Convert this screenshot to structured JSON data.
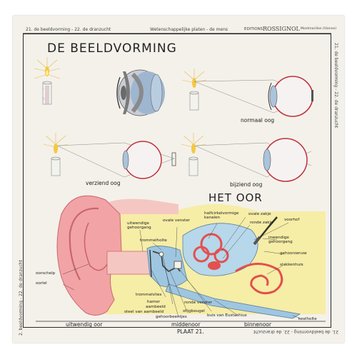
{
  "header": {
    "left": "21. de beeldvorming - 22. de dranzucht",
    "center": "Wetenschappelijke platen - de mens",
    "publisher_prefix": "EDITIONS",
    "publisher_name": "ROSSIGNOL",
    "publisher_city": "Montmorillon (Vienne)"
  },
  "side_right": "21. de beeldvorming - 22. de dranzucht",
  "side_left": "2. beeldvorming - 22. de dranzucht",
  "bottom_right": "21. de beeldvorming - 22. de dranzucht",
  "titles": {
    "main": "DE BEELDVORMING",
    "ear": "HET OOR"
  },
  "eye_labels": {
    "normal": "normaal oog",
    "near": "verziend oog",
    "far": "bijziend oog"
  },
  "ear_labels": {
    "uitwendige_gehoorgang": "uitwendige\ngehoorgang",
    "ovale_venster": "ovale venster",
    "halfcirkel": "halfcirkelvormige\nkanalen",
    "ovale_zakje": "ovale zakje",
    "ronde_zakje": "ronde zakje",
    "voorhof": "voorhof",
    "trommelholte": "trommelholte",
    "inwendige_gehoorgang": "inwendige\ngehoorgang",
    "gehoorzenuw": "gehoorzenuw",
    "slakkenhuis": "slakkenhuis",
    "oorschelp": "oorschelp",
    "oorlel": "oorlel",
    "trommelvlies": "trommelvlies",
    "hamer": "hamer",
    "aambeeld": "aambeeld",
    "steel_aambeeld": "steel van aambeeld",
    "ronde_venster": "ronde venster",
    "stijgbeugel": "stijgbeugel",
    "gehoorbeentjes": "gehoorbeentjes",
    "buis_eustachius": "buis van Eustachius",
    "keelholte": "keelholte"
  },
  "zones": {
    "outer": "uitwendig oor",
    "middle": "middenoor",
    "inner": "binnenoor"
  },
  "plate": "PLAAT 21.",
  "colors": {
    "paper": "#f4f1ea",
    "skin": "#f2a3a6",
    "bone": "#f6eda6",
    "blue": "#9fc6e0",
    "red": "#e2504f",
    "flame": "#f4c842"
  }
}
